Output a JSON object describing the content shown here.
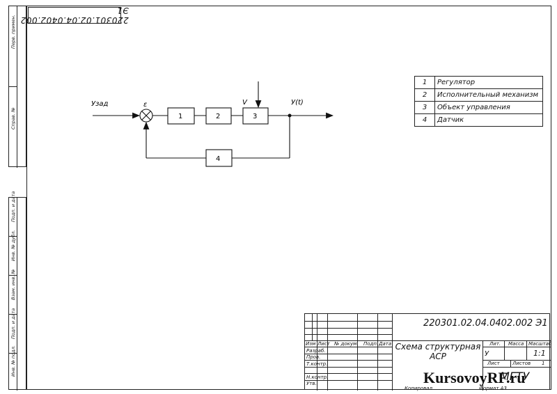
{
  "stamp": {
    "code_rotated": "220301.02.04.0402.002 Э1"
  },
  "left_strip": {
    "upper": [
      "Перв. примен.",
      "Справ. №"
    ],
    "lower": [
      "Подп. и дата",
      "Инв. № дубл.",
      "Взам. инв. №",
      "Подп. и дата",
      "Инв. № подл."
    ]
  },
  "diagram": {
    "input_label": "Узад",
    "sum_label": "ε",
    "disturbance_label": "V",
    "output_label": "У(t)",
    "blocks": [
      "1",
      "2",
      "3",
      "4"
    ]
  },
  "legend": [
    {
      "num": "1",
      "text": "Регулятор"
    },
    {
      "num": "2",
      "text": "Исполнительный механизм"
    },
    {
      "num": "3",
      "text": "Объект управления"
    },
    {
      "num": "4",
      "text": "Датчик"
    }
  ],
  "title_block": {
    "doc_code": "220301.02.04.0402.002 Э1",
    "doc_name": "Схема структурная АСР",
    "col_headers": [
      "Изм",
      "Лист",
      "№ докум.",
      "Подп.",
      "Дата"
    ],
    "rows": [
      "Разраб.",
      "Пров.",
      "Т.контр.",
      "",
      "Н.контр.",
      "Утв."
    ],
    "lit_label": "Лит.",
    "mass_label": "Масса",
    "scale_label": "Масштаб",
    "lit_value": "У",
    "scale_value": "1:1",
    "sheet_label": "Лист",
    "sheets_label": "Листов",
    "sheets_value": "1",
    "org": "МГТУ",
    "copied": "Копировал",
    "format": "Формат  А3"
  },
  "watermark": "KursovoyRF.ru"
}
